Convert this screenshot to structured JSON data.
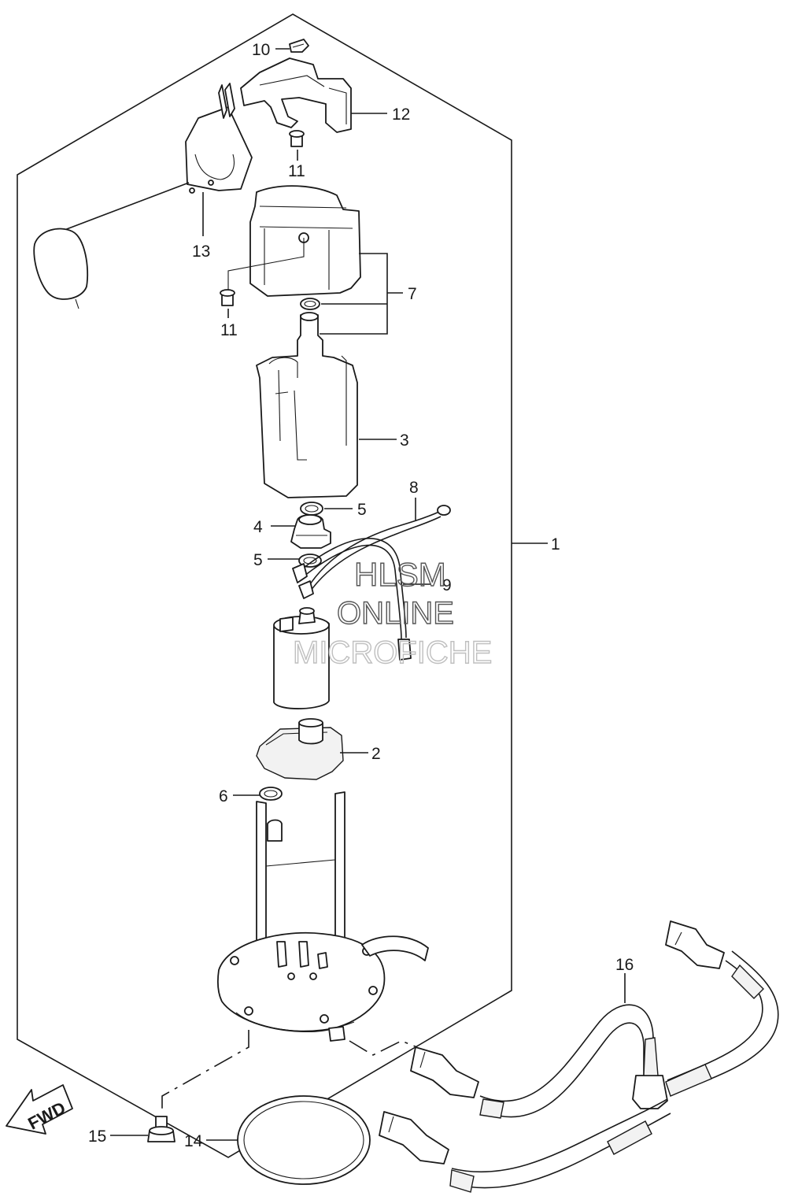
{
  "diagram": {
    "callouts": {
      "c1": "1",
      "c2": "2",
      "c3": "3",
      "c4": "4",
      "c5a": "5",
      "c5b": "5",
      "c6": "6",
      "c7": "7",
      "c8": "8",
      "c9": "9",
      "c10": "10",
      "c11a": "11",
      "c11b": "11",
      "c12": "12",
      "c13": "13",
      "c14": "14",
      "c15": "15",
      "c16": "16"
    },
    "fwd_label": "FWD",
    "watermark": {
      "line1": "HLSM",
      "line2": "ONLINE",
      "line3": "MICROFICHE"
    }
  }
}
